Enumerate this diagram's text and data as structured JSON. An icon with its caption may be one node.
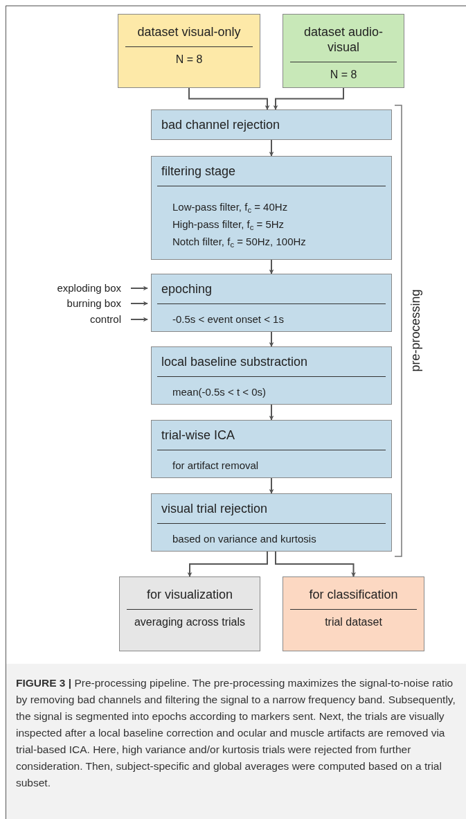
{
  "diagram": {
    "caption": "**FIGURE 3 |** Pre-processing pipeline. The pre-processing maximizes the signal-to-noise ratio by removing bad channels and filtering the signal to a narrow frequency band. Subsequently, the signal is segmented into epochs according to markers sent. Next, the trials are visually inspected after a local baseline correction and ocular and muscle artifacts are removed via trial-based ICA. Here, high variance and/or kurtosis trials were rejected from further consideration. Then, subject-specific and global averages were computed based on a trial subset.",
    "nodes": [
      {
        "text": [
          "dataset visual-only",
          "N = 8"
        ]
      },
      {
        "text": [
          "dataset audio-visual",
          "N = 8"
        ]
      },
      {
        "text": [
          "bad channel rejection"
        ]
      },
      {
        "text": [
          "filtering stage",
          "Low-pass filter, f$_{c}$ = 40Hz",
          "High-pass filter, f$_{c}$ = 5Hz",
          "Notch filter, f$_{c}$ = 50Hz, 100Hz"
        ]
      },
      {
        "text": [
          "exploding box"
        ]
      },
      {
        "text": [
          "burning box"
        ]
      },
      {
        "text": [
          "control"
        ]
      },
      {
        "text": [
          "epoching",
          "-0.5s < event onset < 1s"
        ]
      },
      {
        "text": [
          "local baseline substraction",
          "mean(-0.5s < t < 0s)"
        ]
      },
      {
        "text": [
          "trial-wise ICA",
          "for artifact removal"
        ]
      },
      {
        "text": [
          "visual trial rejection",
          "based on variance and kurtosis"
        ]
      },
      {
        "text": [
          "for visualization",
          "averaging across trials"
        ]
      },
      {
        "text": [
          "for classification",
          "trial dataset"
        ]
      }
    ],
    "edges": [
      {
        "from": 0,
        "to": 2,
        "arrow": "to"
      },
      {
        "from": 1,
        "to": 2,
        "arrow": "to"
      },
      {
        "from": 2,
        "to": 3,
        "arrow": "to"
      },
      {
        "from": 3,
        "to": 7,
        "arrow": "to"
      },
      {
        "from": 4,
        "to": 7,
        "arrow": "to"
      },
      {
        "from": 5,
        "to": 7,
        "arrow": "to"
      },
      {
        "from": 6,
        "to": 7,
        "arrow": "to"
      },
      {
        "from": 7,
        "to": 8,
        "arrow": "to"
      },
      {
        "from": 8,
        "to": 9,
        "arrow": "to"
      },
      {
        "from": 9,
        "to": 10,
        "arrow": "to"
      },
      {
        "from": 10,
        "to": 11,
        "arrow": "to"
      },
      {
        "from": 10,
        "to": 12,
        "arrow": "to"
      }
    ],
    "labels": [
      "pre-processing"
    ]
  }
}
